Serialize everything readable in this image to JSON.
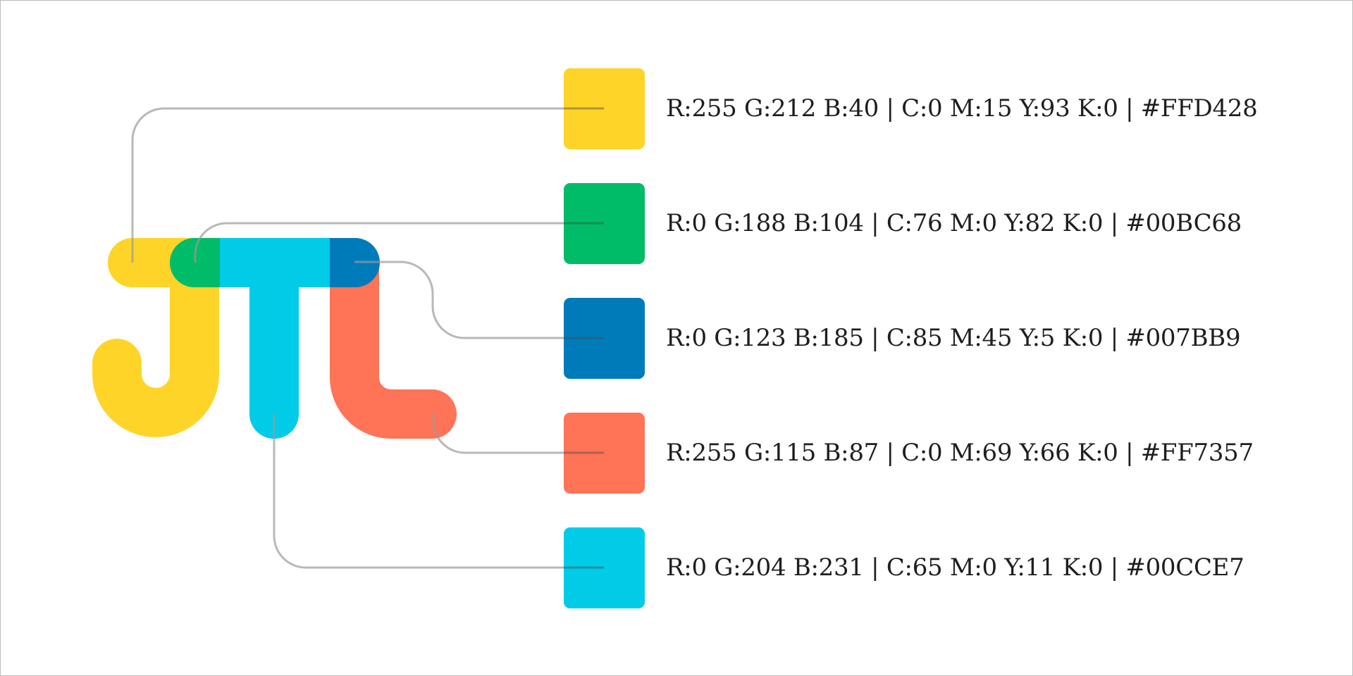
{
  "logo": {
    "name": "JTL",
    "letters": [
      "J",
      "T",
      "L"
    ]
  },
  "palette": [
    {
      "id": "yellow",
      "hex_color": "#FFD428",
      "spec": "R:255 G:212 B:40 | C:0 M:15 Y:93 K:0 | #FFD428"
    },
    {
      "id": "green",
      "hex_color": "#00BC68",
      "spec": "R:0 G:188 B:104 | C:76 M:0 Y:82 K:0 | #00BC68"
    },
    {
      "id": "blue",
      "hex_color": "#007BB9",
      "spec": "R:0 G:123 B:185 | C:85 M:45 Y:5 K:0 | #007BB9"
    },
    {
      "id": "coral",
      "hex_color": "#FF7357",
      "spec": "R:255 G:115 B:87 | C:0 M:69 Y:66 K:0 | #FF7357"
    },
    {
      "id": "cyan",
      "hex_color": "#00CCE7",
      "spec": "R:0 G:204 B:231 | C:65 M:0 Y:11 K:0 | #00CCE7"
    }
  ],
  "colors": {
    "connector": "#9a9a9a",
    "border": "#bdbdbd",
    "text": "#1e1e1e"
  }
}
